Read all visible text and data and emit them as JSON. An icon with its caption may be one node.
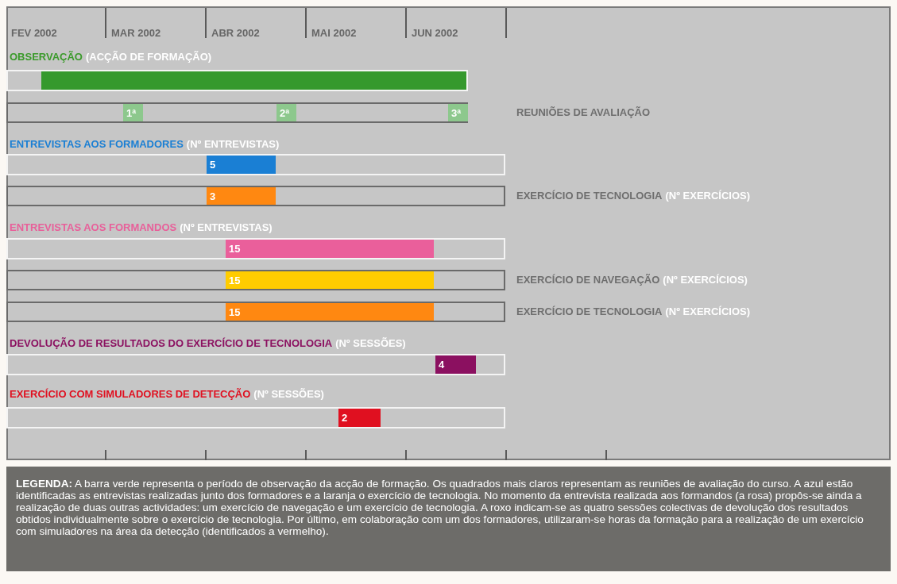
{
  "diagram": {
    "caption": "**LEGENDA:** A barra verde representa o período de observação da acção de formação. Os quadrados mais claros representam as reuniões de avaliação do curso. A azul estão identificadas as entrevistas realizadas junto dos formadores e a laranja o exercício de tecnologia. No momento da entrevista realizada aos formandos (a rosa) propôs-se ainda a realização de duas outras actividades: um exercício de navegação e um exercício de tecnologia. A roxo indicam-se as quatro sessões colectivas de devolução dos resultados obtidos individualmente sobre o exercício de tecnologia. Por último, em colaboração com um dos formadores, utilizaram-se horas da formação para a realização de um exercício com simuladores na área da detecção (identificados a vermelho).",
    "nodes": [
      {
        "text": [],
        "shape": "bar"
      },
      {
        "text": [],
        "shape": "bar",
        "in": 0
      },
      {
        "text": [],
        "shape": "bar"
      },
      {
        "text": [
          "1ª"
        ],
        "in": 2
      },
      {
        "text": [
          "2ª"
        ],
        "in": 2
      },
      {
        "text": [
          "3ª"
        ],
        "in": 2
      },
      {
        "text": [],
        "shape": "bar"
      },
      {
        "text": [
          "5"
        ],
        "in": 6
      },
      {
        "text": [],
        "shape": "bar",
        "beside": [
          "EXERCÍCIO DE TECNOLOGIA",
          "(Nº EXERCÍCIOS)"
        ]
      },
      {
        "text": [
          "3"
        ],
        "in": 8
      },
      {
        "text": [],
        "shape": "bar"
      },
      {
        "text": [
          "15"
        ],
        "in": 10
      },
      {
        "text": [],
        "shape": "bar",
        "beside": [
          "EXERCÍCIO DE NAVEGAÇÃO",
          "(Nº EXERCÍCIOS)"
        ]
      },
      {
        "text": [
          "15"
        ],
        "in": 12
      },
      {
        "text": [],
        "shape": "bar",
        "beside": [
          "EXERCÍCIO DE TECNOLOGIA",
          "(Nº EXERCÍCIOS)"
        ]
      },
      {
        "text": [
          "15"
        ],
        "in": 14
      },
      {
        "text": [],
        "shape": "bar"
      },
      {
        "text": [
          "4"
        ],
        "in": 16
      },
      {
        "text": [],
        "shape": "bar"
      },
      {
        "text": [
          "2"
        ],
        "in": 18
      }
    ],
    "edges": [],
    "labels": [
      "FEV 2002",
      "MAR 2002",
      "ABR 2002",
      "MAI 2002",
      "JUN 2002",
      "OBSERVAÇÃO",
      "(ACÇÃO DE FORMAÇÃO)",
      "REUNIÕES DE AVALIAÇÃO",
      "ENTREVISTAS AOS FORMADORES",
      "(Nº ENTREVISTAS)",
      "ENTREVISTAS AOS FORMANDOS",
      "(Nº ENTREVISTAS)",
      "DEVOLUÇÃO DE RESULTADOS DO EXERCÍCIO DE TECNOLOGIA",
      "(Nº SESSÕES)",
      "EXERCÍCIO COM SIMULADORES DE DETECÇÃO",
      "(Nº SESSÕES)"
    ]
  }
}
